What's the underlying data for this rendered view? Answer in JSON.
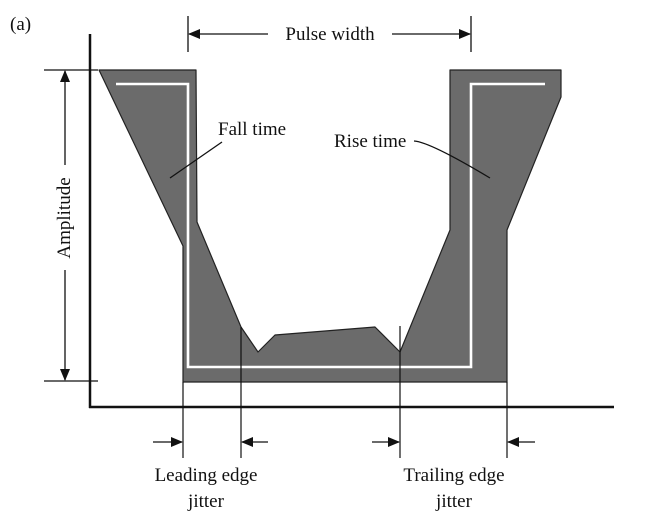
{
  "panel_label": "(a)",
  "labels": {
    "pulse_width": "Pulse width",
    "amplitude": "Amplitude",
    "fall_time": "Fall time",
    "rise_time": "Rise time",
    "leading_edge_jitter_line1": "Leading edge",
    "leading_edge_jitter_line2": "jitter",
    "trailing_edge_jitter_line1": "Trailing edge",
    "trailing_edge_jitter_line2": "jitter"
  },
  "colors": {
    "region_fill": "#6b6b6b",
    "ideal_pulse": "#ffffff",
    "ink": "#111111"
  }
}
